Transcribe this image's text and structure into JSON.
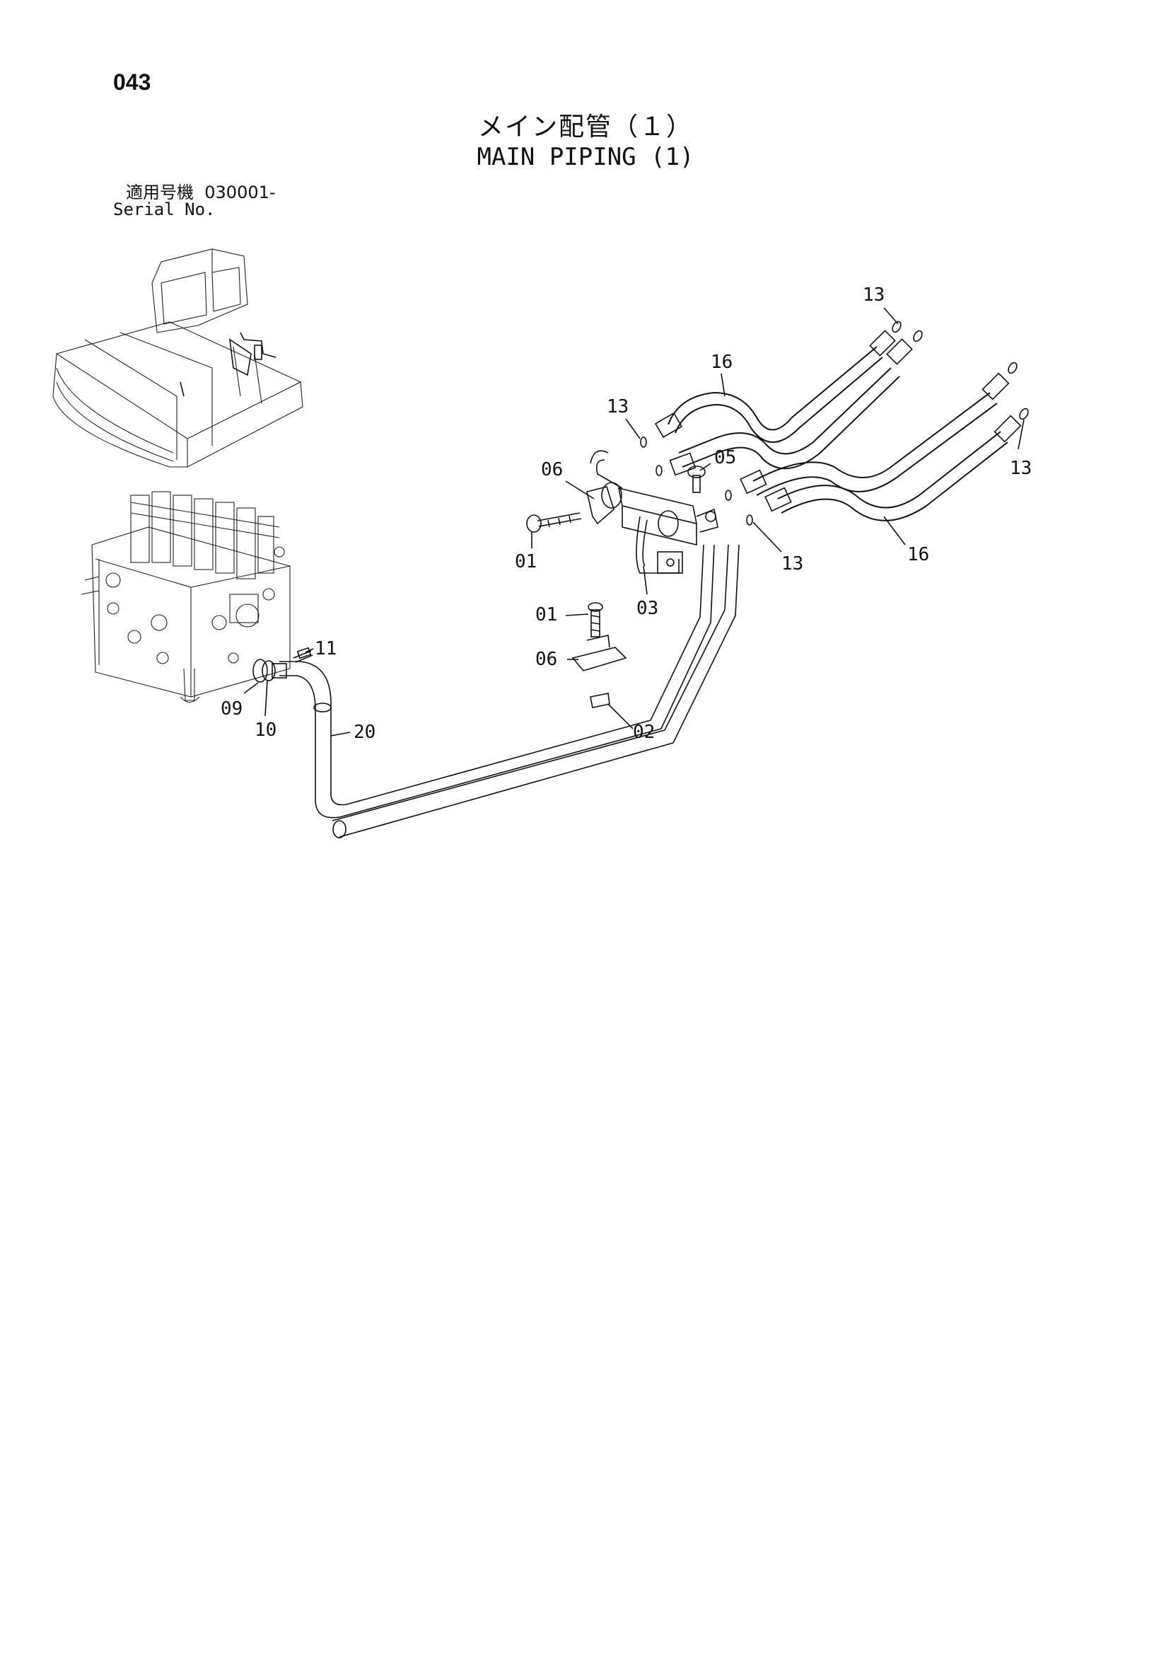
{
  "header": {
    "page_number": "043",
    "title_ja": "メイン配管（１）",
    "title_en": "MAIN PIPING (1)",
    "serial_label_ja": "適用号機",
    "serial_range": "030001-",
    "serial_label_en": "Serial No."
  },
  "callouts": {
    "c13_top": "13",
    "c16_top": "16",
    "c13_left": "13",
    "c13_right": "13",
    "c06_upper": "06",
    "c05": "05",
    "c01_upper": "01",
    "c13_mid": "13",
    "c16_right": "16",
    "c03": "03",
    "c01_lower": "01",
    "c06_lower": "06",
    "c11": "11",
    "c09": "09",
    "c10": "10",
    "c20": "20",
    "c02": "02"
  }
}
